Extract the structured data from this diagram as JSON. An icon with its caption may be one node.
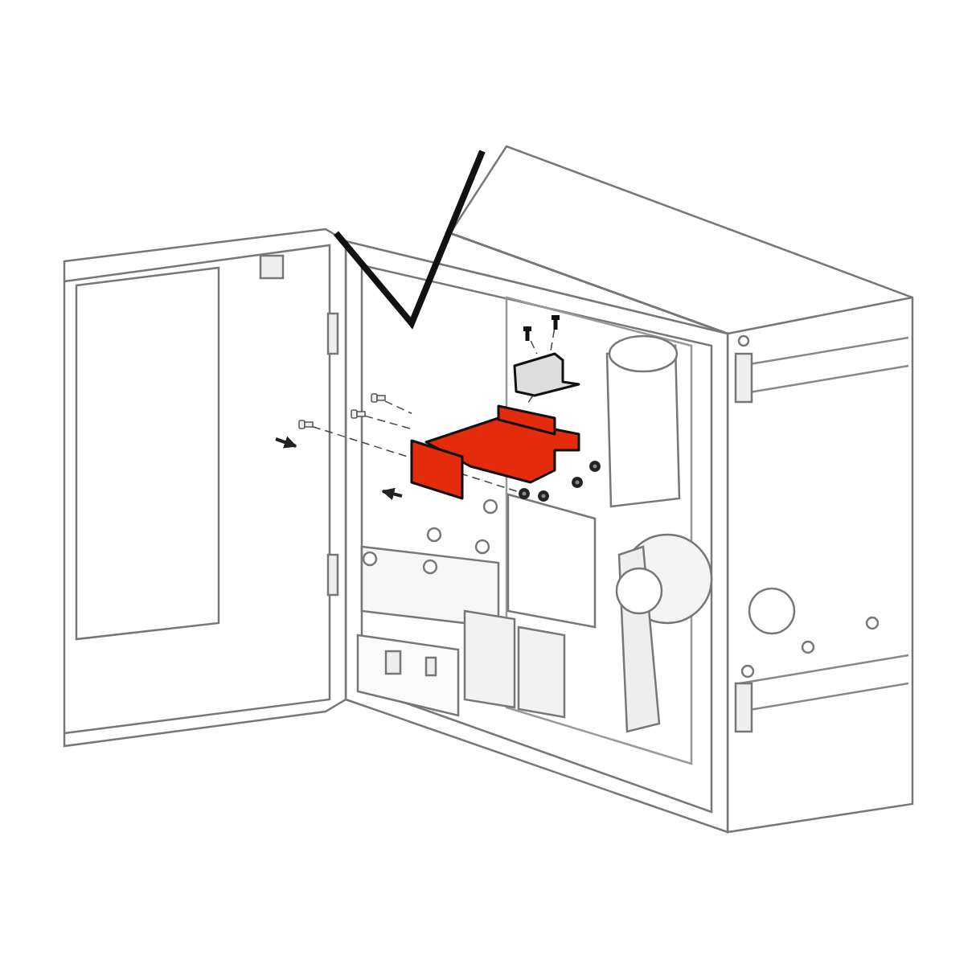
{
  "diagram": {
    "nodes": [
      {
        "text": [],
        "shape": "picture"
      },
      {
        "text": [],
        "shape": "picture"
      },
      {
        "text": [],
        "shape": "screw"
      },
      {
        "text": [],
        "shape": "screw"
      },
      {
        "text": [],
        "shape": "circle"
      },
      {
        "text": [],
        "shape": "circle"
      },
      {
        "text": [],
        "shape": "circle"
      },
      {
        "text": [],
        "shape": "circle"
      },
      {
        "text": [],
        "shape": "bolt"
      },
      {
        "text": [],
        "shape": "bolt"
      },
      {
        "text": [],
        "shape": "bolt"
      }
    ],
    "edges": [
      {
        "from": 2,
        "to": 1,
        "arrow": "none",
        "style": "dashed"
      },
      {
        "from": 3,
        "to": 1,
        "arrow": "none",
        "style": "dashed"
      },
      {
        "from": 1,
        "to": 0,
        "arrow": "none",
        "style": "dashed"
      },
      {
        "from": 8,
        "to": 0,
        "arrow": "none",
        "style": "dashed"
      },
      {
        "from": 9,
        "to": 0,
        "arrow": "none",
        "style": "dashed"
      },
      {
        "from": 10,
        "to": 4,
        "arrow": "none",
        "style": "dashed"
      }
    ]
  }
}
